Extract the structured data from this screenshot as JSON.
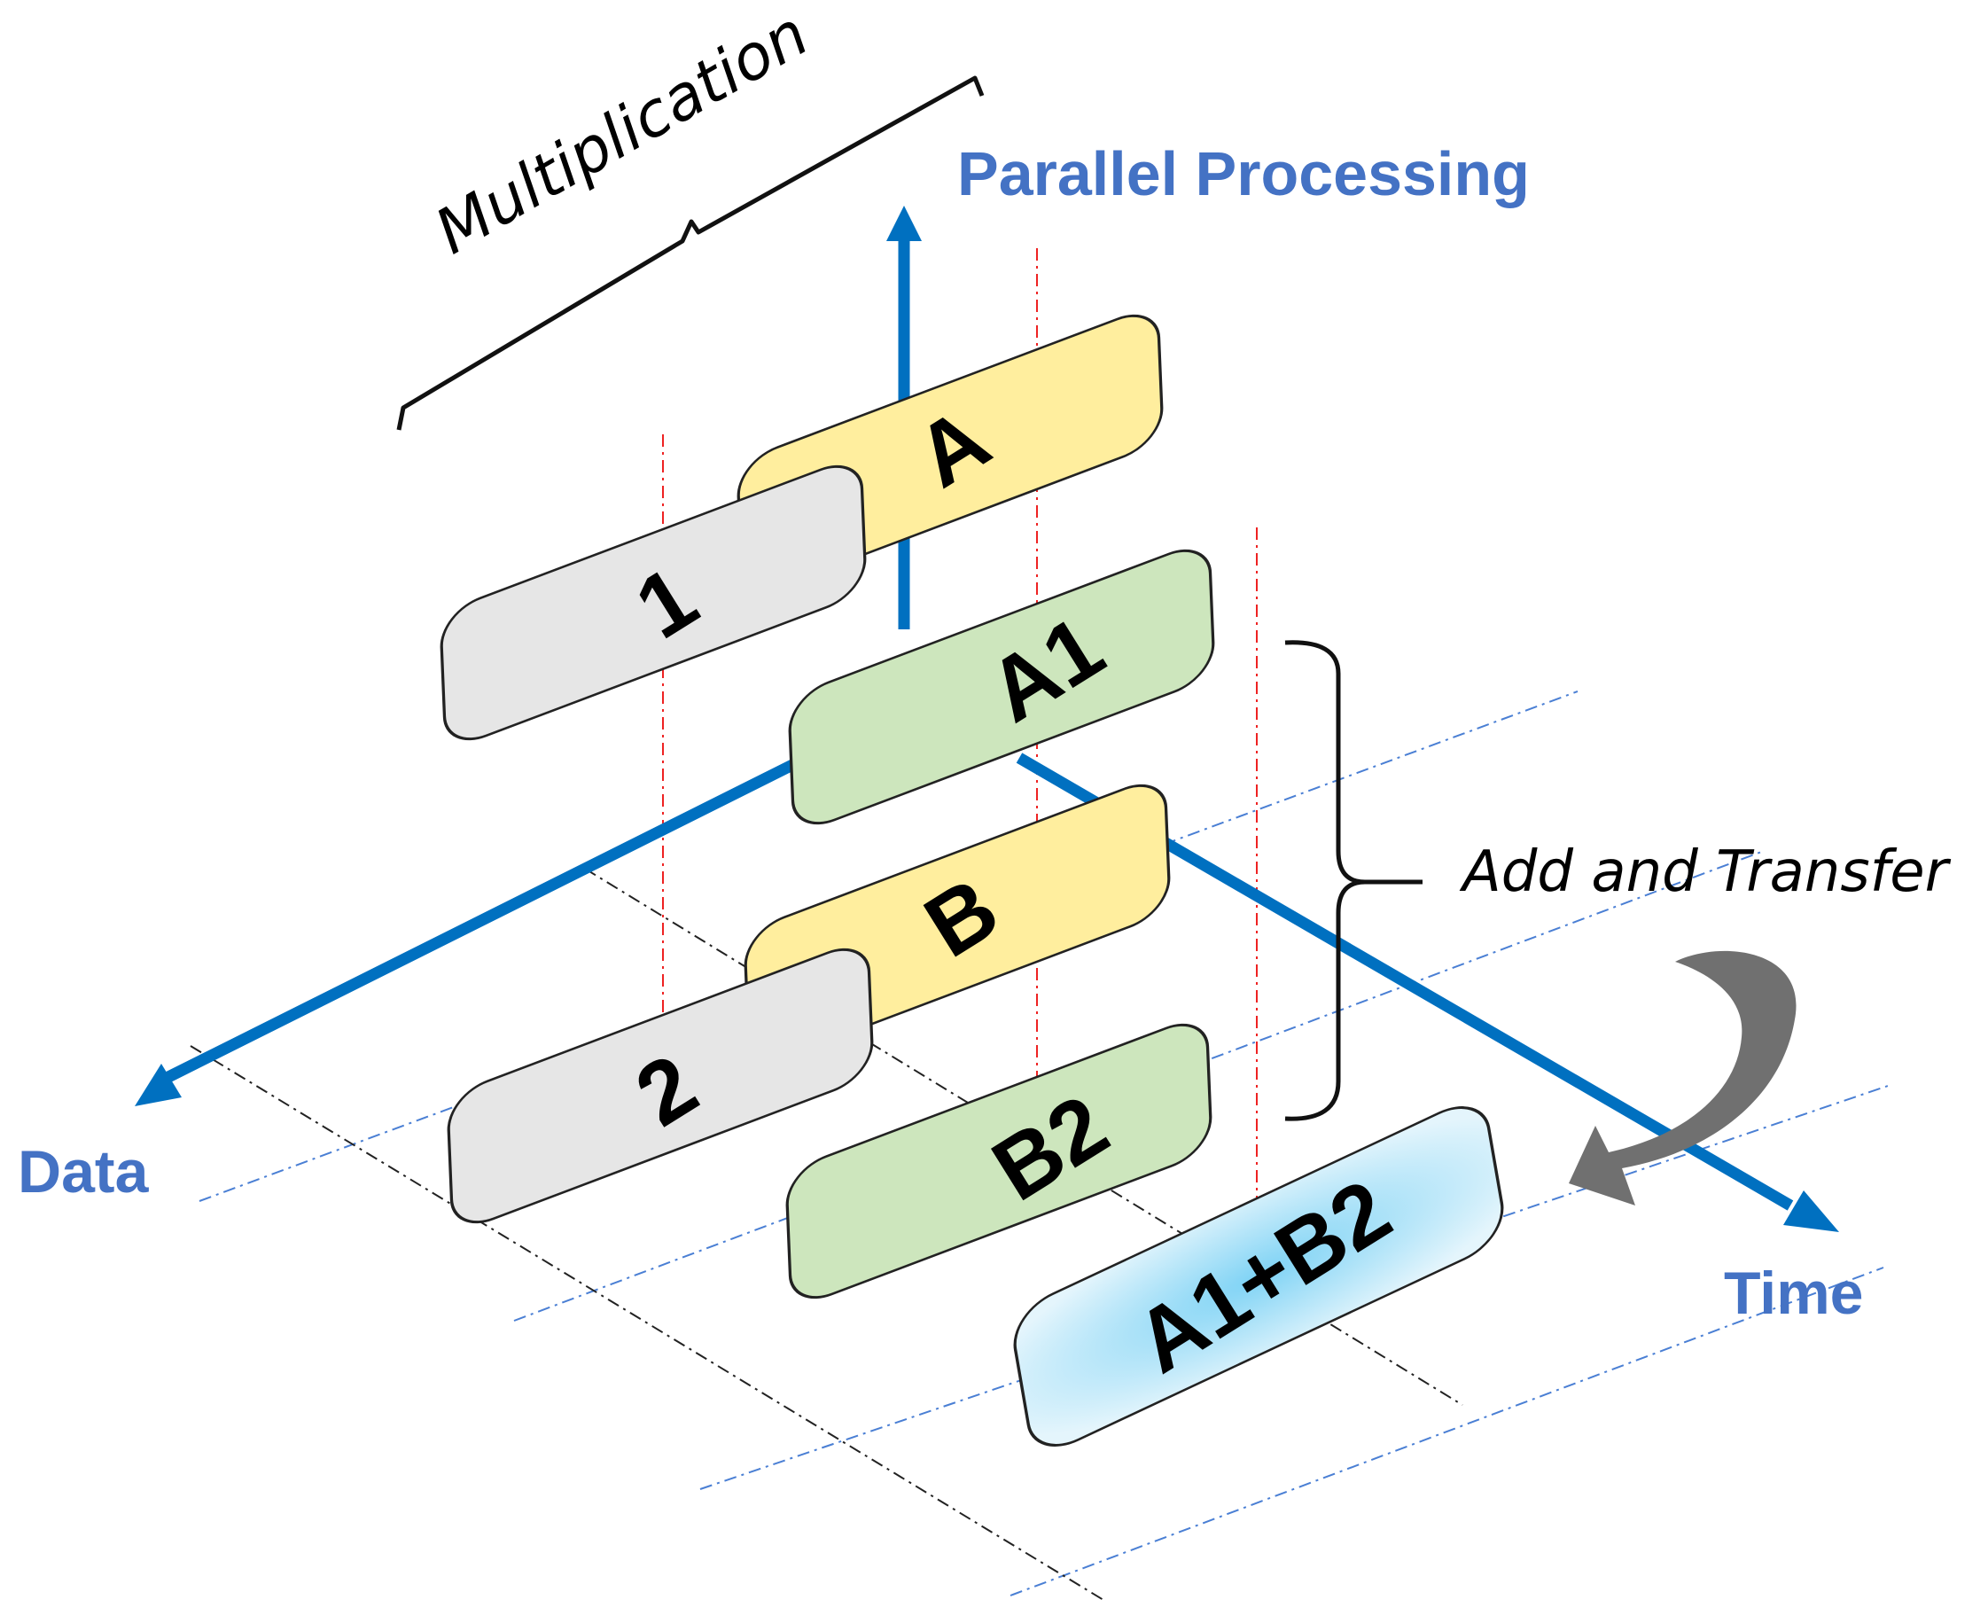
{
  "axes": {
    "parallel": "Parallel Processing",
    "data": "Data",
    "time": "Time"
  },
  "annotations": {
    "multiplication": "Multiplication",
    "add_transfer": "Add and Transfer"
  },
  "tiles": {
    "a": "A",
    "one": "1",
    "a1": "A1",
    "b": "B",
    "two": "2",
    "b2": "B2",
    "sum": "A1+B2"
  },
  "colors": {
    "axis": "#0070c0",
    "axis_label": "#4472c4",
    "yellow": "#ffee9e",
    "gray": "#e6e6e6",
    "green": "#cde6bd",
    "blue_light": "#dcf1fb",
    "blue_center": "#7fd3f5",
    "guide_red": "#ee2222",
    "guide_blue": "#4a7fd4",
    "guide_black": "#222222",
    "curve_arrow": "#707070"
  }
}
